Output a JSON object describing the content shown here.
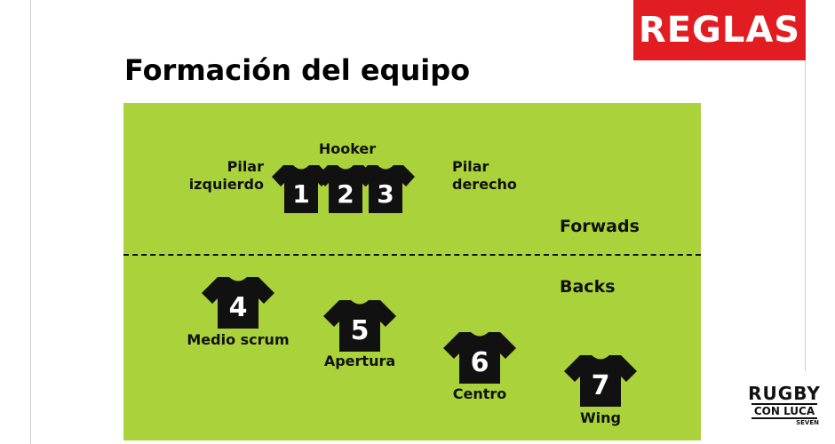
{
  "badge": {
    "label": "REGLAS",
    "color": "#e11d22"
  },
  "title": "Formación del equipo",
  "field_color": "#aad23a",
  "sections": {
    "forwards": "Forwads",
    "backs": "Backs"
  },
  "players": [
    {
      "number": "1",
      "label": "Pilar izquierdo",
      "label_lines": [
        "Pilar",
        "izquierdo"
      ]
    },
    {
      "number": "2",
      "label": "Hooker"
    },
    {
      "number": "3",
      "label": "Pilar derecho",
      "label_lines": [
        "Pilar",
        "derecho"
      ]
    },
    {
      "number": "4",
      "label": "Medio scrum"
    },
    {
      "number": "5",
      "label": "Apertura"
    },
    {
      "number": "6",
      "label": "Centro"
    },
    {
      "number": "7",
      "label": "Wing"
    }
  ],
  "logo": {
    "line1": "RUGBY",
    "line2": "CON LUCA",
    "line3": "SEVEN"
  }
}
